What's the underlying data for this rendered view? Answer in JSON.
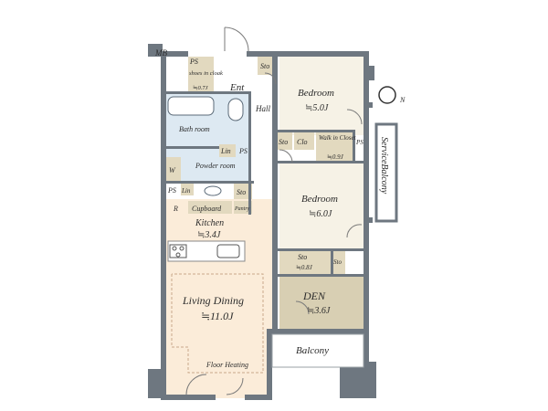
{
  "colors": {
    "living": "#fbecd9",
    "bedroom": "#f6f2e6",
    "den": "#d8cfb3",
    "storage": "#e2d9bf",
    "bath": "#dde9f2",
    "wall": "#6e7780",
    "floor_heating_outline": "#c9a98a"
  },
  "rooms": {
    "mb": "MB",
    "shoes": "shoes in cloak",
    "shoes_area": "≒0.7J",
    "ps_top": "PS",
    "sto_ent": "Sto",
    "ent": "Ent",
    "hall": "Hall",
    "bath": "Bath room",
    "lin1": "Lin",
    "ps_mid": "PS",
    "powder": "Powder room",
    "w": "W",
    "ps_low": "PS",
    "lin2": "Lin",
    "sto_kitchen": "Sto",
    "cupboard": "Cupboard",
    "pantry": "Pantry",
    "r": "R",
    "kitchen": "Kitchen",
    "kitchen_area": "≒3.4J",
    "living": "Living Dining",
    "living_area": "≒11.0J",
    "floor_heating": "Floor Heating",
    "bedroom1": "Bedroom",
    "bedroom1_area": "≒5.0J",
    "sto_bed": "Sto",
    "clo": "Clo",
    "walkin": "Walk in Closet",
    "walkin_area": "≒0.9J",
    "ps_right": "PS",
    "bedroom2": "Bedroom",
    "bedroom2_area": "≒6.0J",
    "sto_big": "Sto",
    "sto_big_area": "≒0.8J",
    "sto_small": "Sto",
    "den": "DEN",
    "den_area": "≒3.6J",
    "balcony": "Balcony",
    "service_balcony": "ServiceBalcony",
    "north": "N"
  }
}
